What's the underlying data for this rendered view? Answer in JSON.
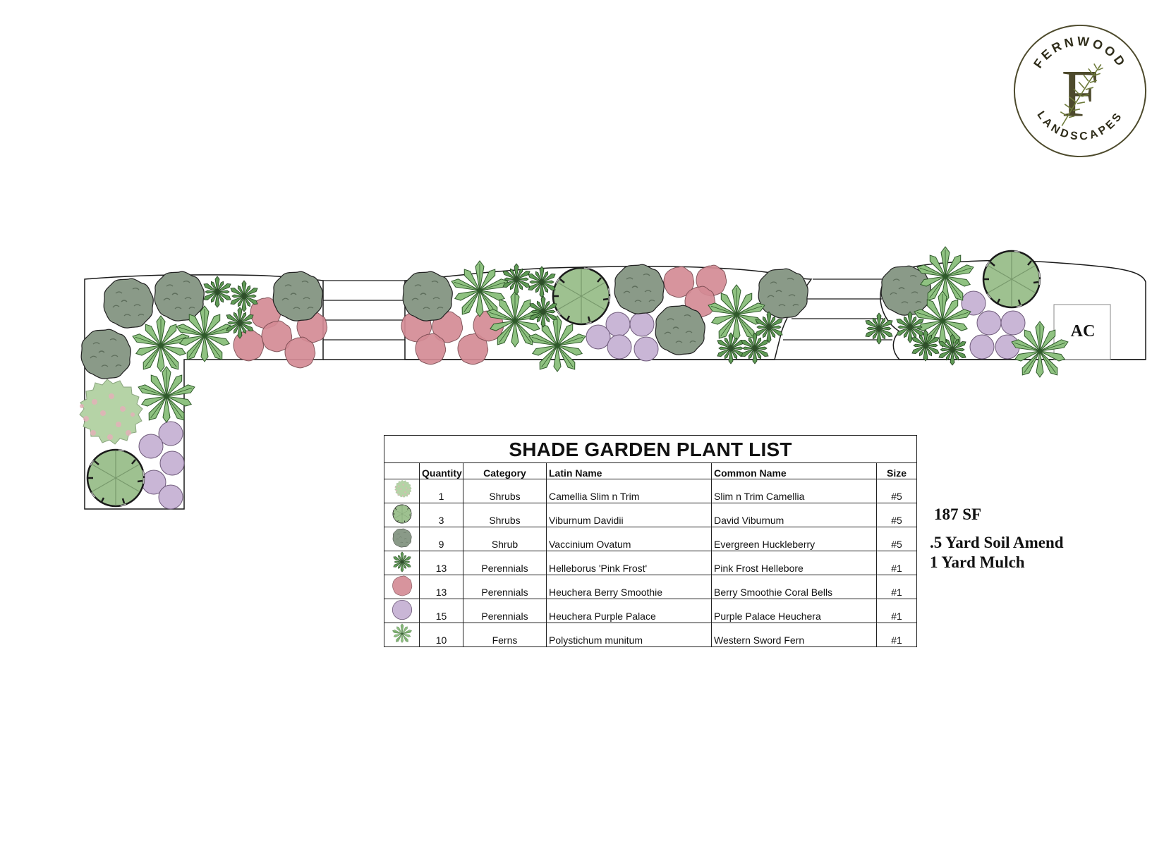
{
  "brand": {
    "name_top": "FERNWOOD",
    "name_bottom": "LANDSCAPES",
    "monogram": "F",
    "color_ring": "#4d4a2c",
    "color_fern": "#6d7a3a"
  },
  "plant_list": {
    "title": "SHADE GARDEN PLANT LIST",
    "headers": [
      "",
      "Quantity",
      "Category",
      "Latin Name",
      "Common Name",
      "Size"
    ],
    "rows": [
      {
        "symbol": "camellia-icon",
        "quantity": "1",
        "category": "Shrubs",
        "latin": "Camellia Slim n Trim",
        "common": "Slim n Trim Camellia",
        "size": "#5"
      },
      {
        "symbol": "viburnum-icon",
        "quantity": "3",
        "category": "Shrubs",
        "latin": "Viburnum Davidii",
        "common": "David Viburnum",
        "size": "#5"
      },
      {
        "symbol": "huckleberry-icon",
        "quantity": "9",
        "category": "Shrub",
        "latin": "Vaccinium Ovatum",
        "common": "Evergreen Huckleberry",
        "size": "#5"
      },
      {
        "symbol": "hellebore-icon",
        "quantity": "13",
        "category": "Perennials",
        "latin": "Helleborus 'Pink Frost'",
        "common": "Pink Frost Hellebore",
        "size": "#1"
      },
      {
        "symbol": "coral-bells-icon",
        "quantity": "13",
        "category": "Perennials",
        "latin": "Heuchera Berry Smoothie",
        "common": "Berry Smoothie Coral Bells",
        "size": "#1"
      },
      {
        "symbol": "purple-heuchera-icon",
        "quantity": "15",
        "category": "Perennials",
        "latin": "Heuchera Purple Palace",
        "common": "Purple Palace Heuchera",
        "size": "#1"
      },
      {
        "symbol": "sword-fern-icon",
        "quantity": "10",
        "category": "Ferns",
        "latin": "Polystichum munitum",
        "common": "Western Sword Fern",
        "size": "#1"
      }
    ]
  },
  "notes": {
    "area": "187 SF",
    "soil": ".5 Yard Soil Amend",
    "mulch": "1 Yard Mulch"
  },
  "plan": {
    "ac_label": "AC"
  },
  "colors": {
    "camellia": "#b5d3a6",
    "viburnum": "#9ec190",
    "huckleberry": "#8a9a88",
    "hellebore": "#5f9a55",
    "coral_bells": "#d48b95",
    "purple_heuchera": "#c9b6d6",
    "fern": "#8fc281",
    "outline": "#1a1a1a"
  }
}
